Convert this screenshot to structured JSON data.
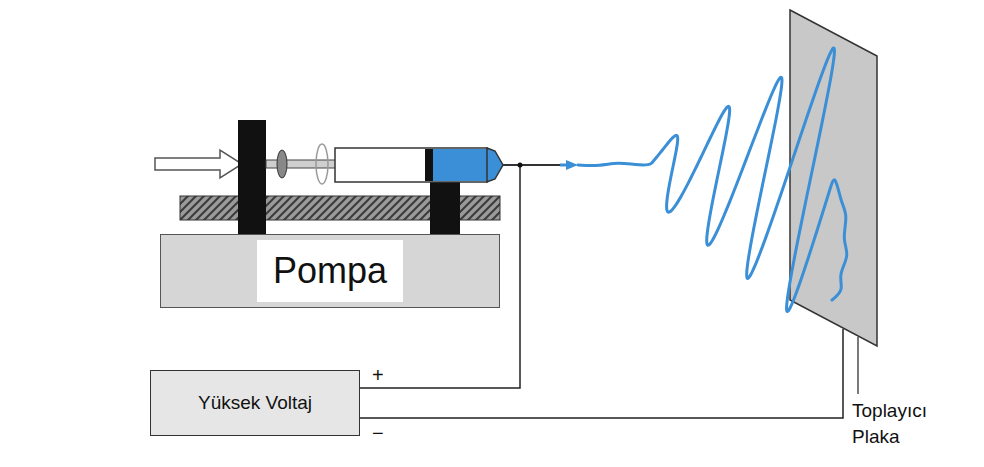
{
  "diagram": {
    "nodes": [
      {
        "text": [
          "Pompa"
        ]
      },
      {
        "text": [
          "Yüksek Voltaj"
        ]
      }
    ],
    "labels": [
      "+",
      "−",
      "Toplayıcı Plaka"
    ]
  }
}
